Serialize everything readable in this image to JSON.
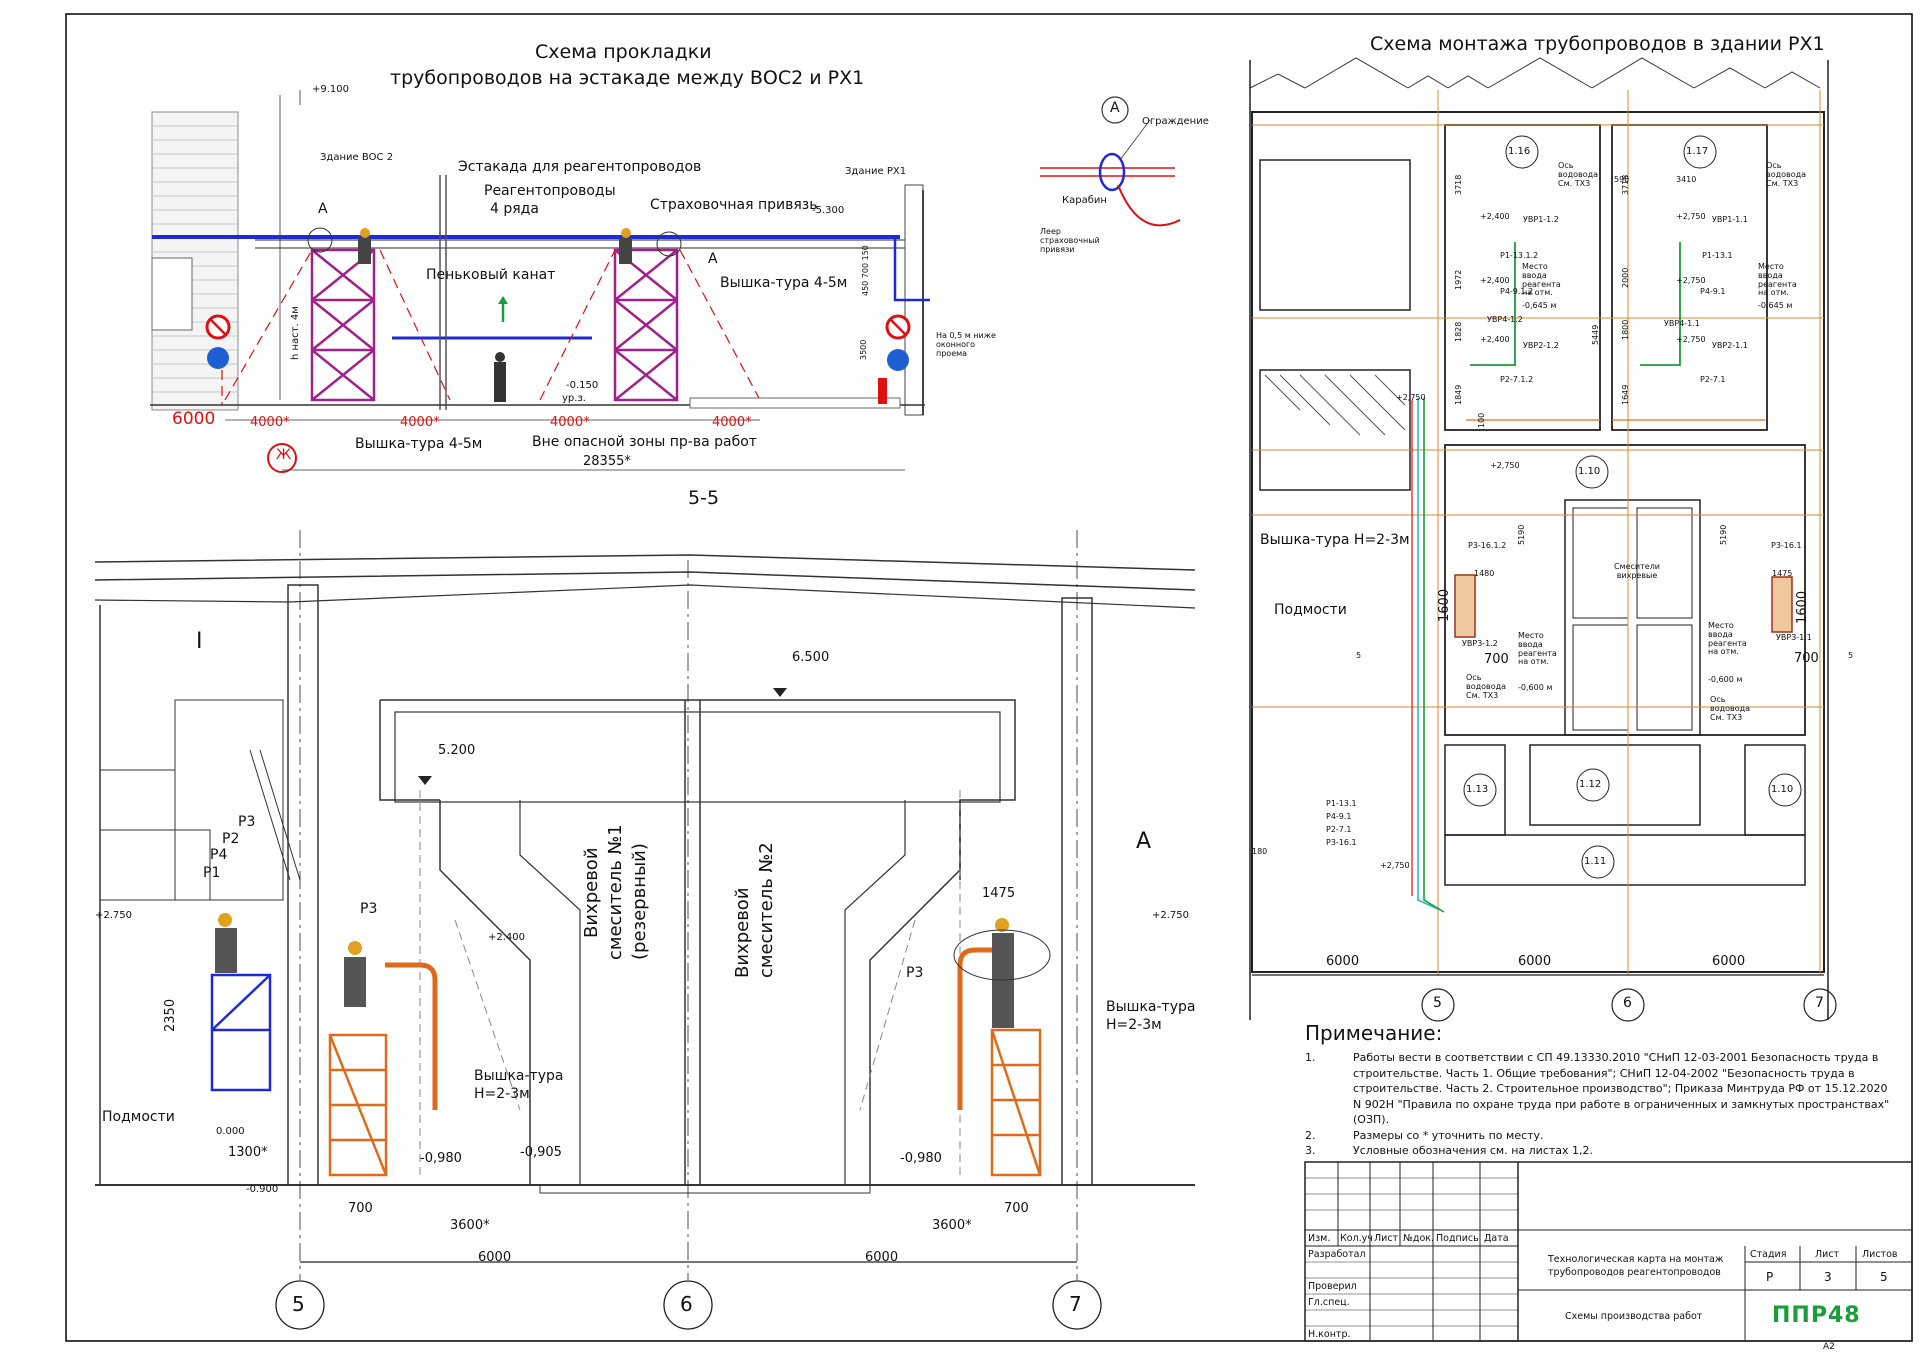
{
  "titles": {
    "estakada": "Схема прокладки\nтрубопроводов на эстакаде между ВОС2 и РХ1",
    "estakada_l1": "Схема прокладки",
    "estakada_l2": "трубопроводов на эстакаде между ВОС2 и РХ1",
    "px1": "Схема монтажа трубопроводов в здании РХ1",
    "section": "5-5"
  },
  "estakada": {
    "elev_top": "+9.100",
    "building_voc": "Здание ВОС 2",
    "building_px": "Здание РХ1",
    "overpass": "Эстакада для реагентопроводов",
    "pipes": "Реагентопроводы",
    "rows": "4 ряда",
    "safety": "Страховочная привязь",
    "elev_5300": "-5.300",
    "rope": "Пеньковый канат",
    "tower": "Вышка-тура 4-5м",
    "tower_bottom": "Вышка-тура 4-5м",
    "outside": "Вне опасной зоны пр-ва работ",
    "h": "h наст. 4м",
    "d6000": "6000",
    "d4000": "4000*",
    "total": "28355*",
    "elev_0150": "-0.150",
    "ground": "ур.з.",
    "mark_a": "А",
    "opening": "На 0,5 м ниже оконного проема",
    "fire": "Ж",
    "dims_right": "450 700 150",
    "d3500": "3500"
  },
  "detail_a": {
    "mark": "А",
    "fence": "Ограждение",
    "carabiner": "Карабин",
    "lanyard": "Леер страховочный привязи"
  },
  "px1": {
    "rooms": [
      "1.16",
      "1.17",
      "1.10",
      "1.13",
      "1.12",
      "1.10",
      "1.11"
    ],
    "axes": [
      "5",
      "6",
      "7"
    ],
    "d6000": "6000",
    "tower": "Вышка-тура Н=2-3м",
    "scaffold": "Подмости",
    "mixers": "Смесители вихревые",
    "entry": "Место ввода реагента на отм.",
    "entry_645": "-0,645 м",
    "entry_600": "-0,600 м",
    "axis_note": "Ось водовода См. ТХ3",
    "labels": [
      "+2,400",
      "+2,750",
      "УВР1-1.2",
      "УВР1-1.1",
      "Р1-13.1.2",
      "Р1-13.1",
      "Р4-9.1.2",
      "Р4-9.1",
      "УВР4-1.2",
      "УВР4-1.1",
      "УВР2-1.2",
      "УВР2-1.1",
      "Р2-7.1.2",
      "Р2-7.1",
      "Р3-16.1.2",
      "Р3-16.1",
      "УВР3-1.2",
      "УВР3-1.1"
    ],
    "legend_pipes": [
      "Р1-13.1",
      "Р4-9.1",
      "Р2-7.1",
      "Р3-16.1"
    ],
    "dims": [
      "3718",
      "1972",
      "1828",
      "1849",
      "3718",
      "2000",
      "1800",
      "1649",
      "590",
      "3410",
      "5449",
      "5190",
      "5190",
      "1600",
      "700",
      "1600",
      "700",
      "1480",
      "1475",
      "180",
      "100",
      "5",
      "5"
    ]
  },
  "section": {
    "mixer1": "Вихревой смеситель №1 (резервный)",
    "mixer1_l1": "Вихревой",
    "mixer1_l2": "смеситель №1",
    "mixer1_l3": "(резервный)",
    "mixer2_l1": "Вихревой",
    "mixer2_l2": "смеситель №2",
    "elev_6500": "6.500",
    "elev_5200": "5.200",
    "elev_2750": "+2.750",
    "elev_2400": "+2.400",
    "elev_0000": "0.000",
    "elev_0900": "-0.900",
    "elev_0980": "-0,980",
    "elev_0905": "-0,905",
    "p1": "Р1",
    "p2": "Р2",
    "p3": "Р3",
    "p4": "Р4",
    "scaffold": "Подмости",
    "tower_l1": "Вышка-тура",
    "tower_l2": "Н=2-3м",
    "d2350": "2350",
    "d1300": "1300*",
    "d700": "700",
    "d3600": "3600*",
    "d1475": "1475",
    "d6000": "6000",
    "mark_a": "А",
    "roman": "I",
    "axes": [
      "5",
      "6",
      "7"
    ]
  },
  "notes": {
    "heading": "Примечание:",
    "items": [
      {
        "n": "1.",
        "text": "Работы вести в соответствии с СП 49.13330.2010 \"СНиП 12-03-2001 Безопасность труда в строительстве. Часть 1. Общие требования\"; СНиП 12-04-2002 \"Безопасность труда в строительстве. Часть 2. Строительное производство\"; Приказа Минтруда РФ от 15.12.2020 N 902Н \"Правила по охране труда при работе в ограниченных и замкнутых пространствах\" (ОЗП)."
      },
      {
        "n": "2.",
        "text": "Размеры со * уточнить по месту."
      },
      {
        "n": "3.",
        "text": "Условные обозначения см. на листах 1,2."
      }
    ]
  },
  "title_block": {
    "headers": [
      "Изм.",
      "Кол.уч",
      "Лист",
      "№док.",
      "Подпись",
      "Дата"
    ],
    "roles": [
      "Разработал",
      "Проверил",
      "Гл.спец.",
      "Н.контр."
    ],
    "doc_title": "Технологическая карта на монтаж трубопроводов реагентопроводов",
    "doc_title_l1": "Технологическая карта на монтаж",
    "doc_title_l2": "трубопроводов реагентопроводов",
    "sheet_title": "Схемы производства работ",
    "stage_h": "Стадия",
    "sheet_h": "Лист",
    "sheets_h": "Листов",
    "stage": "Р",
    "sheet": "3",
    "sheets": "5",
    "company": "ППР48",
    "format": "А2"
  },
  "colors": {
    "pipe_blue": "#1f2ad6",
    "tower_magenta": "#a0208c",
    "tower_orange": "#e06a1c",
    "red": "#d11",
    "green": "#1a9d3a",
    "cyan": "#2bb8c8",
    "ochre": "#d98a2b"
  }
}
